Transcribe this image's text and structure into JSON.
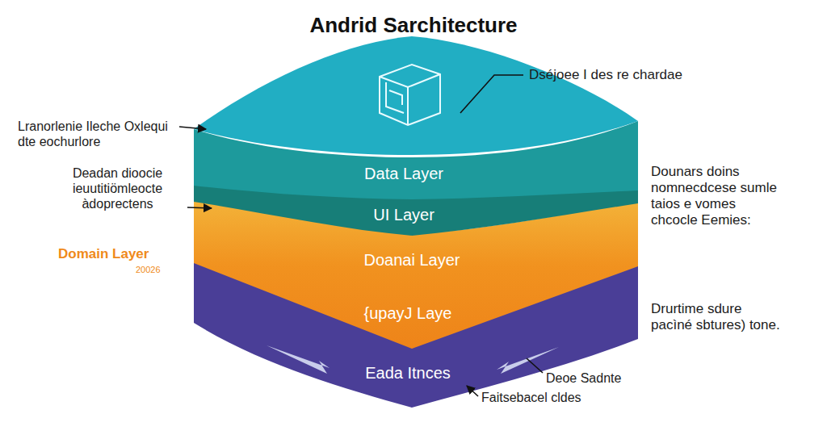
{
  "diagram": {
    "title": "Andrid Sarchitecture",
    "nodes": [
      {
        "text": [
          "Data Layer",
          "UI Layer"
        ]
      },
      {
        "text": [
          "Doanai Layer"
        ]
      },
      {
        "text": [
          "{upayJ Laye",
          "Eada Itnces"
        ]
      }
    ],
    "labels": [
      "Dséjoee I des re chardae",
      "Lranorlenie Ileche Oxlequi dte eochurlore",
      "Deadan dioocie ieuutitiömleocte àdoprectens",
      "Domain Layer",
      "20026",
      "Dounars doins nomnecdcese sumle taios e vomes chcocle Eemies:",
      "Drurtime sdure pacìné sbtures) tone.",
      "Deoe Sadnte",
      "Faitsebacel cldes"
    ]
  }
}
